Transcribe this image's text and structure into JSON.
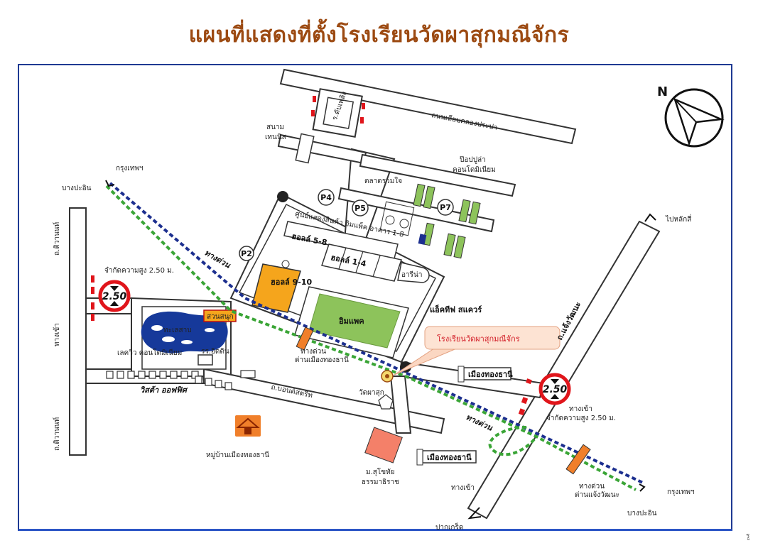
{
  "title": "แผนที่แสดงที่ตั้งโรงเรียนวัดผาสุกมณีจักร",
  "colors": {
    "title": "#9c4a12",
    "frame": "#1f3a93",
    "route_blue": "#1c2f8f",
    "route_green": "#3aa536",
    "building_orange": "#f5a51c",
    "field_green": "#8dc35b",
    "lake_blue": "#16399a",
    "restriction_red": "#e0151b",
    "school_orange": "#f07f2a"
  },
  "compass": {
    "label": "N"
  },
  "places": {
    "tennis_court": "สนาม\nเทนนิส",
    "road_sian_khlong": "ถนนเลียบคลองประปา",
    "pop_market": "ตลาดรวมใจ",
    "condo_pop": "ป๊อปปูล่า\nคอนโดมิเนียม",
    "exhibition_center": "ศูนย์แสดงสินค้า อิมแพ็ค อาคาร 1-8",
    "hall_58": "ฮอลล์ 5-8",
    "hall_910": "ฮอลล์\n9-10",
    "hall_14": "ฮอลล์ 1-4",
    "arena": "อารีน่า",
    "impact": "อิมแพค",
    "exhibition_short": "แอ็คทีฟ สแควร์",
    "lake": "ทะเลสาบ",
    "lake_school": "รร.อิดติน",
    "lake_park": "สวนสนุก",
    "condo_lakeview": "เลควิว คอนโดมิเนียม",
    "vista_office": "วิสต้า ออฟฟิศ",
    "road_bond_street": "ถ.บอนด์สตรีท",
    "wat_phasuk": "วัดผาสุก",
    "school_callout": "โรงเรียนวัดผาสุกมณีจักร",
    "mueang_thong_1": "เมืองทองธานี",
    "mueang_thong_2": "เมืองทองธานี",
    "village": "หมู่บ้านเมืองทองธานี",
    "university": "ม.สุโขทัย\nธรรมาธิราช",
    "road_chaeng": "ถ.แจ้งวัฒนะ",
    "road_tiwanon_1": "ถ.ติวานนท์",
    "road_tiwanon_2": "ถ.ติวานนท์",
    "entrance_left": "ทางเข้า",
    "entrance_right": "ทางเข้า",
    "entrance_bottom": "ทางเข้า",
    "limit_left": "จำกัดความสูง 2.50 ม.",
    "limit_right": "จำกัดความสูง 2.50 ม.",
    "toll_left_1": "ทางด่วน",
    "toll_right_1": "ทางด่วน",
    "toll_plaza_left": "ทางด่วน\nด่านเมืองทองธานี",
    "toll_plaza_right": "ทางด่วน\nด่านแจ้งวัฒนะ",
    "to_bangkok_top": "กรุงเทพฯ",
    "to_bangpa_top": "บางปะอิน",
    "to_bangkok_bottom": "กรุงเทพฯ",
    "to_bangpa_bottom": "บางปะอิน",
    "to_laksi": "ไปหลักสี่",
    "to_pakkret": "ปากเกร็ด",
    "fire_station": "ร.ดับเพลิง"
  },
  "parking": [
    "P2",
    "P4",
    "P5",
    "P7"
  ],
  "height_signs": [
    "2.50",
    "2.50"
  ],
  "corner_mark": "รู"
}
